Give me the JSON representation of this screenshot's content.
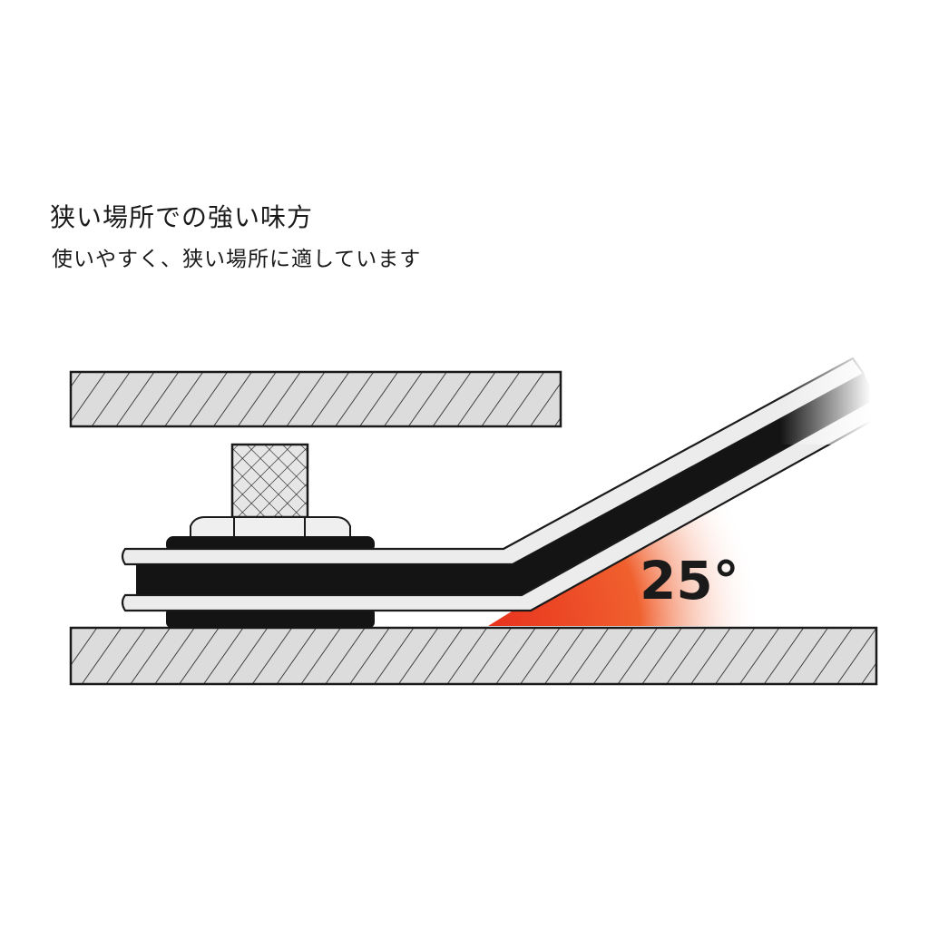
{
  "heading": "狭い場所での強い味方",
  "subheading": "使いやすく、狭い場所に適しています",
  "diagram": {
    "angle_label": "25°",
    "colors": {
      "hatch_fill": "#dcdcdc",
      "outline": "#1a1a1a",
      "wrench_core": "#141414",
      "angle_red": "#e8321e",
      "nut_fill": "#efefef"
    }
  }
}
